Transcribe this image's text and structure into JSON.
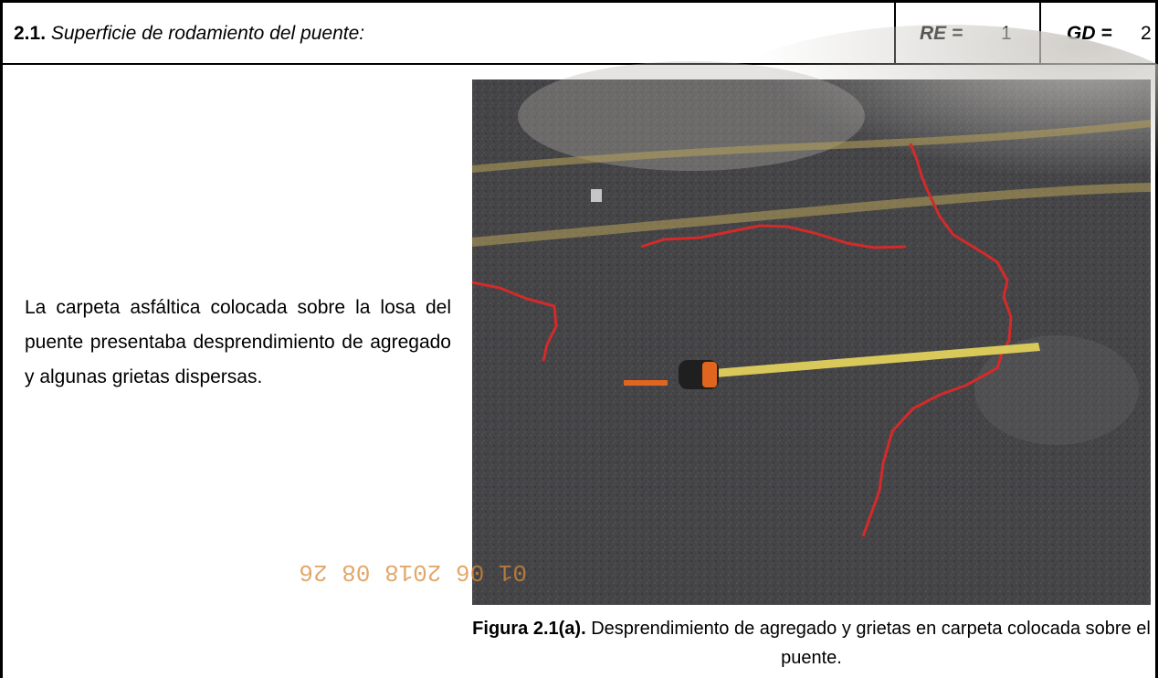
{
  "section": {
    "number": "2.1.",
    "title": "Superficie de rodamiento del puente:",
    "re_label": "RE =",
    "re_value": "1",
    "gd_label": "GD =",
    "gd_value": "2"
  },
  "description": "La carpeta asfáltica colocada sobre la losa del puente presentaba desprendimiento de agregado y algunas grietas dispersas.",
  "figure": {
    "label": "Figura 2.1(a).",
    "caption": " Desprendimiento de agregado y grietas en carpeta colocada sobre el puente.",
    "timestamp": "01 06 2018 08 26",
    "colors": {
      "asphalt": "#4a4a4c",
      "crack_marker": "#d42a2a",
      "tape": "#d9c95a",
      "tape_case": "#e0651e"
    }
  }
}
